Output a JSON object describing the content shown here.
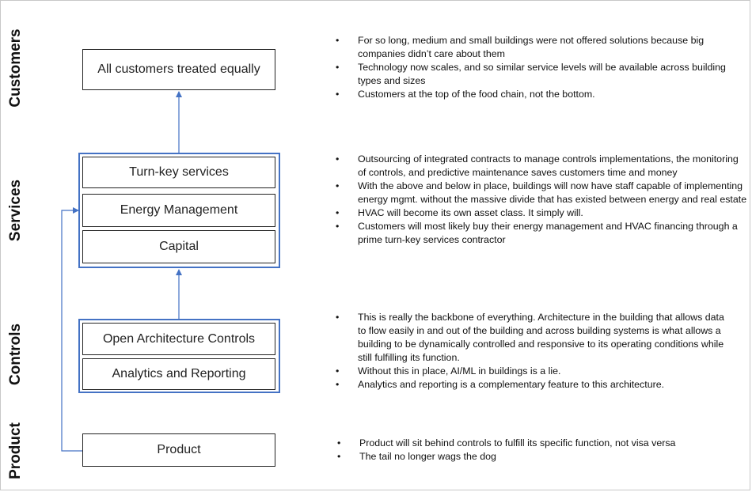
{
  "layers": {
    "customers": "Customers",
    "services": "Services",
    "controls": "Controls",
    "product": "Product"
  },
  "boxes": {
    "customers": "All customers treated equally",
    "turnkey": "Turn-key services",
    "energy": "Energy Management",
    "capital": "Capital",
    "open_arch": "Open Architecture Controls",
    "analytics": "Analytics and Reporting",
    "product": "Product"
  },
  "notes": {
    "customers": [
      "For so long, medium and small buildings were not offered solutions because big companies didn’t care about them",
      "Technology now scales, and so similar service levels will be available across building types and sizes",
      "Customers at the top of the food chain, not the bottom."
    ],
    "services": [
      "Outsourcing of integrated contracts to manage controls implementations, the monitoring of controls, and predictive maintenance saves customers time and money",
      "With the above and below in place, buildings will now have staff capable of implementing energy mgmt. without the massive divide that has existed between energy and real estate",
      "HVAC will become its own asset class. It simply will.",
      "Customers will most likely buy their energy management and HVAC financing through a prime turn-key services contractor"
    ],
    "controls": [
      "This is really the backbone of everything.  Architecture in the building that allows data to flow easily in and out of the building and across building systems is what allows a building to be dynamically controlled and responsive to its operating conditions while still fulfilling its function.",
      "Without this in place, AI/ML in buildings is a lie.",
      "Analytics and reporting is a complementary feature to this architecture."
    ],
    "product": [
      "Product will sit behind controls to fulfill its specific function, not visa versa",
      "The tail no longer wags the dog"
    ]
  },
  "bullet": "•",
  "colors": {
    "connector": "#4472c4",
    "group_border": "#4472c4",
    "box_border": "#222222"
  }
}
